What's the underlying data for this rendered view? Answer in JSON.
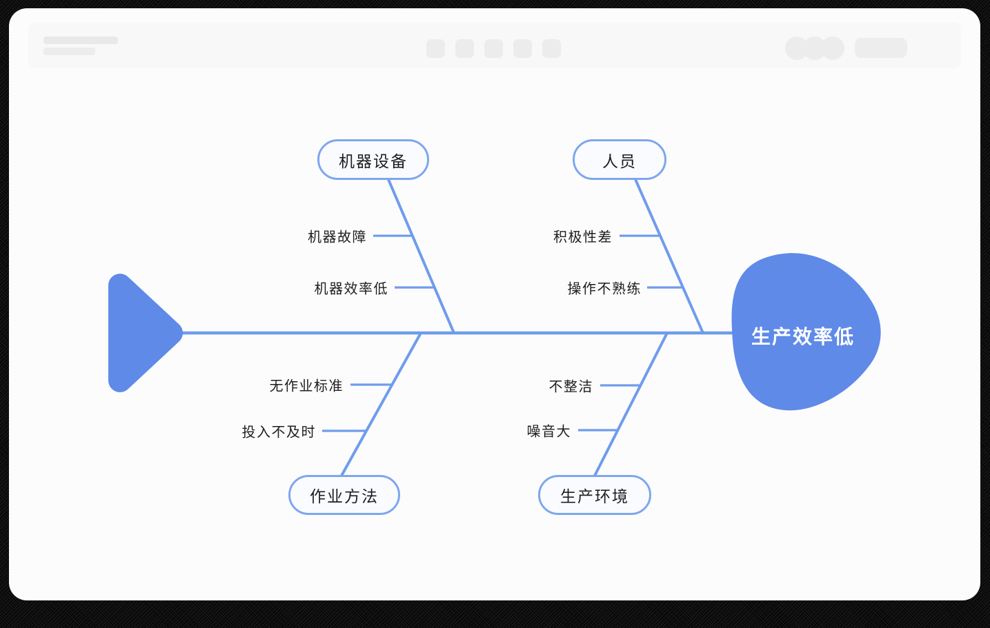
{
  "diagram": {
    "type": "fishbone",
    "problem": "生产效率低",
    "categories": [
      {
        "label": "机器设备",
        "position": "top-left",
        "causes": [
          "机器故障",
          "机器效率低"
        ]
      },
      {
        "label": "人员",
        "position": "top-right",
        "causes": [
          "积极性差",
          "操作不熟练"
        ]
      },
      {
        "label": "作业方法",
        "position": "bottom-left",
        "causes": [
          "无作业标准",
          "投入不及时"
        ]
      },
      {
        "label": "生产环境",
        "position": "bottom-right",
        "causes": [
          "不整洁",
          "噪音大"
        ]
      }
    ],
    "colors": {
      "shape_fill": "#5f8ae8",
      "line": "#6f9cec",
      "pill_border": "#7ea6ee",
      "pill_fill": "#fafbff",
      "text_dark": "#1e1e1e",
      "text_on_head": "#ffffff",
      "window_bg": "#fcfcfd",
      "header_bg": "#f8f8f9",
      "placeholder": "#ececed"
    }
  }
}
